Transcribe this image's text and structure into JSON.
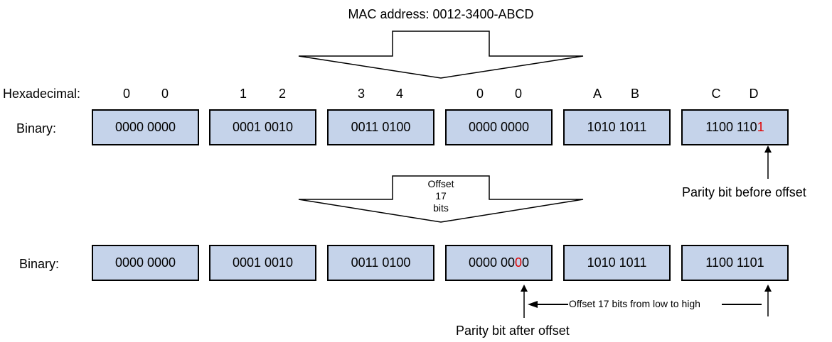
{
  "title": "MAC address: 0012-3400-ABCD",
  "hex_label": "Hexadecimal:",
  "hex_digits": [
    "0",
    "0",
    "1",
    "2",
    "3",
    "4",
    "0",
    "0",
    "A",
    "B",
    "C",
    "D"
  ],
  "binary_label": "Binary:",
  "row1": [
    {
      "pre": "0000 0000",
      "hi": "",
      "post": ""
    },
    {
      "pre": "0001 0010",
      "hi": "",
      "post": ""
    },
    {
      "pre": "0011 0100",
      "hi": "",
      "post": ""
    },
    {
      "pre": "0000 0000",
      "hi": "",
      "post": ""
    },
    {
      "pre": "1010 1011",
      "hi": "",
      "post": ""
    },
    {
      "pre": "1100 110",
      "hi": "1",
      "post": ""
    }
  ],
  "row2": [
    {
      "pre": "0000 0000",
      "hi": "",
      "post": ""
    },
    {
      "pre": "0001 0010",
      "hi": "",
      "post": ""
    },
    {
      "pre": "0011 0100",
      "hi": "",
      "post": ""
    },
    {
      "pre": "0000 00",
      "hi": "0",
      "post": "0"
    },
    {
      "pre": "1010 1011",
      "hi": "",
      "post": ""
    },
    {
      "pre": "1100 1101",
      "hi": "",
      "post": ""
    }
  ],
  "offset_arrow": {
    "line1": "Offset",
    "line2": "17",
    "line3": "bits"
  },
  "parity_before": "Parity bit before offset",
  "parity_after": "Parity bit after offset",
  "offset_note": "Offset 17 bits from low to high",
  "colors": {
    "box_fill": "#c5d3ea",
    "highlight": "#e00000"
  }
}
